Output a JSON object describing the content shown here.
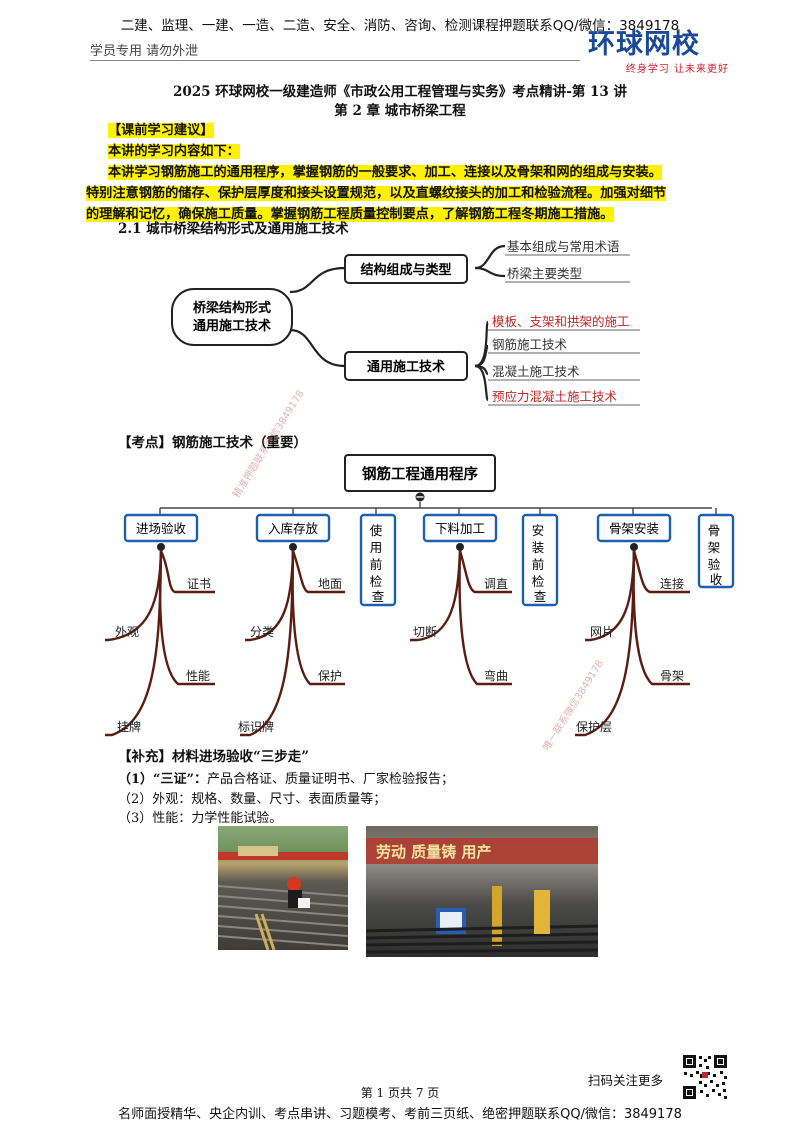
{
  "header": {
    "top_line": "二建、监理、一建、一造、二造、安全、消防、咨询、检测课程押题联系QQ/微信：3849178",
    "left_note": "学员专用 请勿外泄",
    "logo_main": "环球网校",
    "logo_sub": "终身学习 让未来更好"
  },
  "doc": {
    "title": "2025 环球网校一级建造师《市政公用工程管理与实务》考点精讲-第 13 讲",
    "chapter": "第 2 章 城市桥梁工程",
    "advice_heading": "【课前学习建议】",
    "advice_intro": "本讲的学习内容如下：",
    "advice_line1": "本讲学习钢筋施工的通用程序，掌握钢筋的一般要求、加工、连接以及骨架和网的组成与安装。",
    "advice_line2": "特别注意钢筋的储存、保护层厚度和接头设置规范，以及直螺纹接头的加工和检验流程。加强对细节",
    "advice_line3": "的理解和记忆，确保施工质量。掌握钢筋工程质量控制要点，了解钢筋工程冬期施工措施。",
    "section_2_1": "2.1 城市桥梁结构形式及通用施工技术"
  },
  "mindmap1": {
    "root": [
      "桥梁结构形式",
      "通用施工技术"
    ],
    "branch1": "结构组成与类型",
    "branch1_items": [
      "基本组成与常用术语",
      "桥梁主要类型"
    ],
    "branch2": "通用施工技术",
    "branch2_items": [
      "模板、支架和拱架的施工",
      "钢筋施工技术",
      "混凝土施工技术",
      "预应力混凝土施工技术"
    ],
    "red_color": "#c0282a"
  },
  "kaodian": "【考点】钢筋施工技术（重要）",
  "mindmap2": {
    "root": "钢筋工程通用程序",
    "steps": [
      "进场验收",
      "入库存放",
      "使用前检查",
      "下料加工",
      "安装前检查",
      "骨架安装",
      "骨架验收"
    ],
    "step1_items": [
      "证书",
      "外观",
      "性能",
      "挂牌"
    ],
    "step2_items": [
      "地面",
      "分类",
      "保护",
      "标识牌"
    ],
    "step4_items": [
      "调直",
      "切断",
      "弯曲"
    ],
    "step6_items": [
      "连接",
      "网片",
      "骨架",
      "保护层"
    ],
    "branch_color": "#5a1d12",
    "box_color": "#1f5fb0"
  },
  "supplement": {
    "heading": "【补充】材料进场验收“三步走”",
    "item1_label": "（1）“三证”：",
    "item1_text": "产品合格证、质量证明书、厂家检验报告；",
    "item2": "（2）外观：规格、数量、尺寸、表面质量等；",
    "item3": "（3）性能：力学性能试验。"
  },
  "photo2_banner": "劳动 质量铸 用产",
  "watermarks": [
    "精准押题联系微信3849178",
    "唯一联系微信3849178"
  ],
  "footer": {
    "page": "第 1 页共 7 页",
    "qr_label": "扫码关注更多",
    "bottom_line": "名师面授精华、央企内训、考点串讲、习题模考、考前三页纸、绝密押题联系QQ/微信：3849178"
  }
}
